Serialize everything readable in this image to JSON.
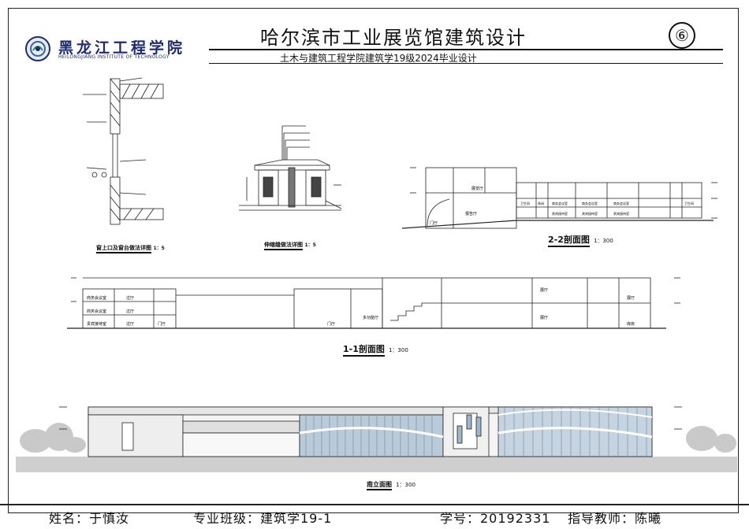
{
  "header": {
    "title": "哈尔滨市工业展览馆建筑设计",
    "subtitle": "土木与建筑工程学院建筑学19级2024毕业设计",
    "sheet_number": "⑥"
  },
  "logo": {
    "name_cn": "黑龙江工程学院",
    "name_en": "HEILONGJIANG INSTITUTE OF TECHNOLOGY"
  },
  "details": {
    "window_caption": "窗上口及窗台做法详图",
    "window_scale": "1：5",
    "joint_caption": "伸缩缝做法详图",
    "joint_scale": "1：5"
  },
  "sections": {
    "s22_title": "2-2剖面图",
    "s22_scale": "1：300",
    "s11_title": "1-1剖面图",
    "s11_scale": "1：300",
    "south_title": "南立面图",
    "south_scale": "1：300"
  },
  "rooms": {
    "r1": "商务会议室",
    "r2": "过厅",
    "r3": "贵宾接待室",
    "r4": "门厅",
    "r5": "休闲",
    "r6": "展厅",
    "r7": "库房",
    "r8": "报告厅",
    "r9": "展览厅",
    "r10": "多功能厅",
    "r11": "卫生间"
  },
  "footer": {
    "name": "姓名：于慎汝",
    "class": "专业班级：建筑学19-1",
    "student_id": "学号：20192331",
    "advisor": "指导教师：陈曦"
  },
  "colors": {
    "frame": "#222222",
    "logo_blue": "#1f2b6e",
    "glass_blue": "#9fb6c9",
    "ground": "#cfcfcf"
  }
}
